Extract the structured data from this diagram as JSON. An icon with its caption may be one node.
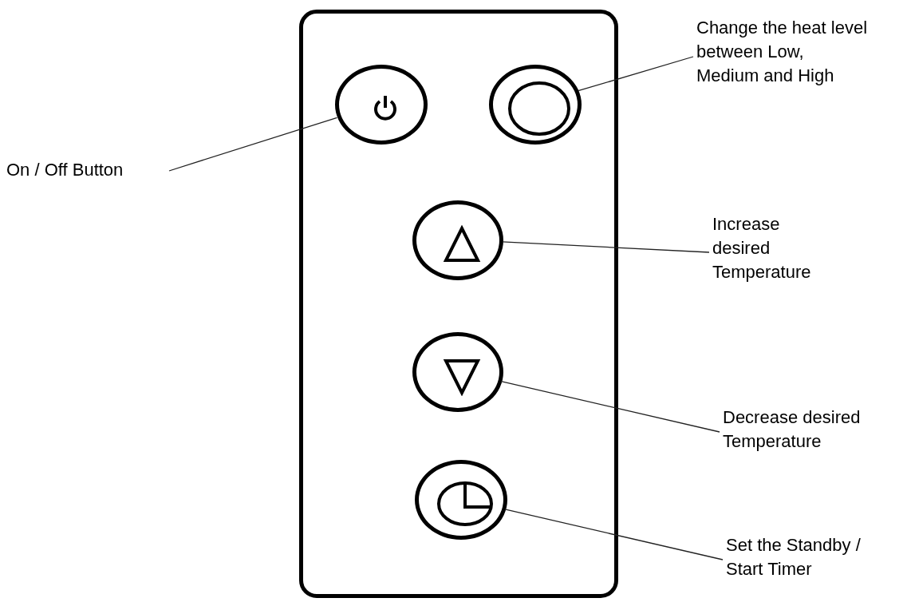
{
  "diagram": {
    "nodes": [
      {
        "text": [],
        "shape": "box"
      },
      {
        "text": [],
        "shape": "circle",
        "in": 0
      },
      {
        "text": [],
        "shape": "circle",
        "in": 0
      },
      {
        "text": [],
        "shape": "circle",
        "in": 0
      },
      {
        "text": [],
        "shape": "circle",
        "in": 0
      },
      {
        "text": [],
        "shape": "circle",
        "in": 0
      },
      {
        "text": [
          "Change the heat level between Low, Medium and High"
        ]
      },
      {
        "text": [
          "On / Off Button"
        ]
      },
      {
        "text": [
          "Increase desired Temperature"
        ]
      },
      {
        "text": [
          "Decrease desired Temperature"
        ]
      },
      {
        "text": [
          "Set the Standby / Start Timer"
        ]
      }
    ],
    "edges": [
      {
        "from": 6,
        "to": 2,
        "arrow": "none"
      },
      {
        "from": 7,
        "to": 1,
        "arrow": "none"
      },
      {
        "from": 8,
        "to": 3,
        "arrow": "none"
      },
      {
        "from": 9,
        "to": 4,
        "arrow": "none"
      },
      {
        "from": 10,
        "to": 5,
        "arrow": "none"
      }
    ]
  }
}
